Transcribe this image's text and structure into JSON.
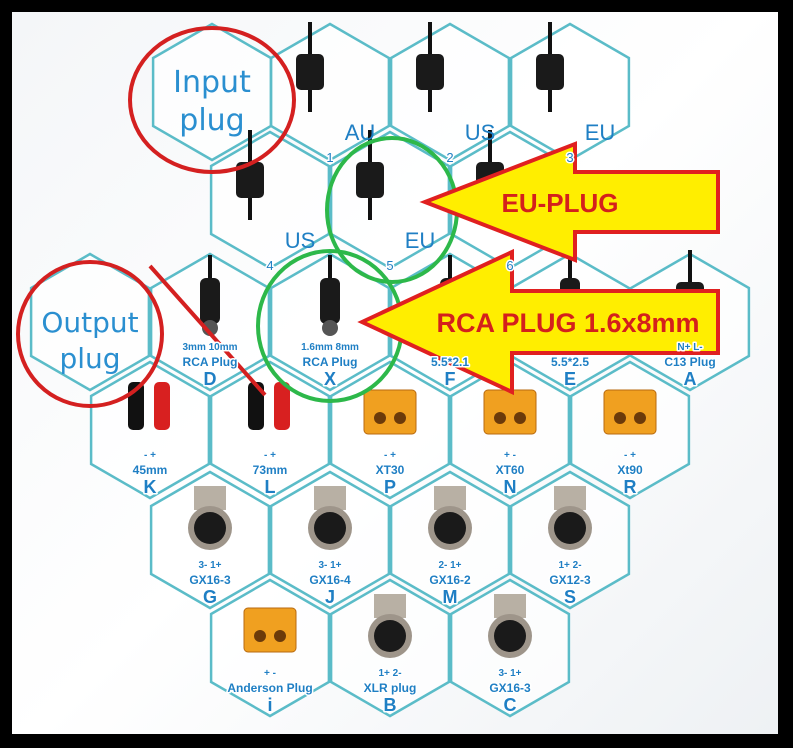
{
  "input_section": {
    "title_line1": "Input",
    "title_line2": "plug"
  },
  "output_section": {
    "title_line1": "Output",
    "title_line2": "plug"
  },
  "input_plugs": [
    {
      "name": "AU",
      "number": "1"
    },
    {
      "name": "US",
      "number": "2"
    },
    {
      "name": "EU",
      "number": "3"
    },
    {
      "name": "US",
      "number": "4"
    },
    {
      "name": "EU",
      "number": "5"
    },
    {
      "name": "",
      "number": "6"
    }
  ],
  "output_plugs": [
    {
      "pins": "3mm  10mm",
      "name": "RCA Plug",
      "letter": "D"
    },
    {
      "pins": "1.6mm  8mm",
      "name": "RCA Plug",
      "letter": "X"
    },
    {
      "pins": "",
      "name": "5.5*2.1",
      "letter": "F"
    },
    {
      "pins": "",
      "name": "5.5*2.5",
      "letter": "E"
    },
    {
      "pins": "N+  L-",
      "name": "C13 Plug",
      "letter": "A"
    },
    {
      "pins": "-  +",
      "name": "45mm",
      "letter": "K"
    },
    {
      "pins": "-  +",
      "name": "73mm",
      "letter": "L"
    },
    {
      "pins": "-  +",
      "name": "XT30",
      "letter": "P"
    },
    {
      "pins": "+  -",
      "name": "XT60",
      "letter": "N"
    },
    {
      "pins": "-  +",
      "name": "Xt90",
      "letter": "R"
    },
    {
      "pins": "3-   1+",
      "name": "GX16-3",
      "letter": "G"
    },
    {
      "pins": "3-   1+",
      "name": "GX16-4",
      "letter": "J"
    },
    {
      "pins": "2-   1+",
      "name": "GX16-2",
      "letter": "M"
    },
    {
      "pins": "1+   2-",
      "name": "GX12-3",
      "letter": "S"
    },
    {
      "pins": "+   -",
      "name": "Anderson Plug",
      "letter": "i"
    },
    {
      "pins": "1+   2-",
      "name": "XLR plug",
      "letter": "B"
    },
    {
      "pins": "3-   1+",
      "name": "GX16-3",
      "letter": "C"
    }
  ],
  "callouts": [
    {
      "text": "EU-PLUG",
      "fill": "#ffee00",
      "stroke": "#e02020"
    },
    {
      "text": "RCA PLUG 1.6x8mm",
      "fill": "#ffee00",
      "stroke": "#e02020"
    }
  ],
  "colors": {
    "hex_stroke": "#5bbcc8",
    "label": "#1f7fc4",
    "red_circle": "#d42020",
    "green_circle": "#2db84a"
  }
}
